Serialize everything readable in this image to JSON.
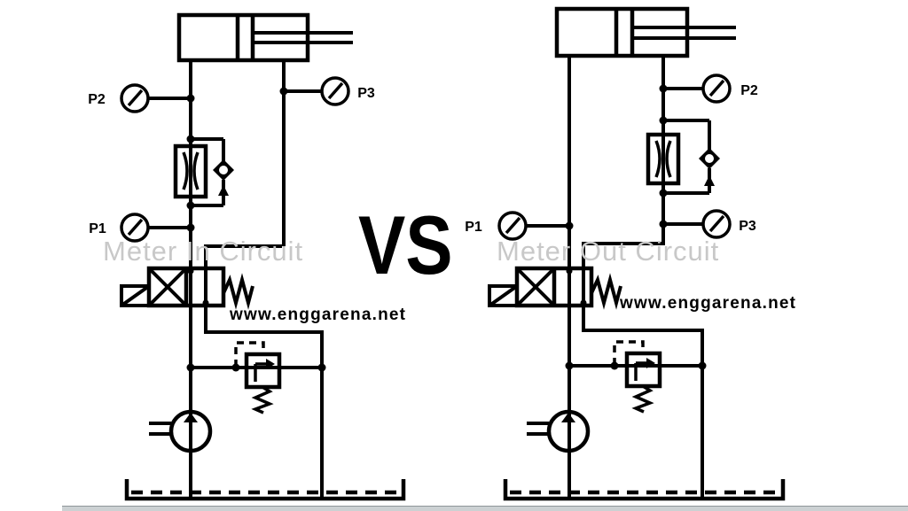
{
  "colors": {
    "line": "#000000",
    "watermark": "#c8c8c8",
    "background": "#ffffff",
    "footer_bar": "#ccd1d3",
    "footer_bar_edge": "#8f969a"
  },
  "versus_label": "VS",
  "left_circuit": {
    "watermark": "Meter In Circuit",
    "website": "www.enggarena.net",
    "gauge_p2": "P2",
    "gauge_p3": "P3",
    "gauge_p1": "P1",
    "components": [
      "double-acting-cylinder",
      "pressure-gauge",
      "flow-control-valve",
      "check-valve",
      "solenoid-directional-valve",
      "pressure-relief-valve",
      "hydraulic-pump",
      "reservoir-tank"
    ]
  },
  "right_circuit": {
    "watermark": "Meter Out Circuit",
    "website": "www.enggarena.net",
    "gauge_p1": "P1",
    "gauge_p2": "P2",
    "gauge_p3": "P3",
    "components": [
      "double-acting-cylinder",
      "pressure-gauge",
      "flow-control-valve",
      "check-valve",
      "solenoid-directional-valve",
      "pressure-relief-valve",
      "hydraulic-pump",
      "reservoir-tank"
    ]
  }
}
